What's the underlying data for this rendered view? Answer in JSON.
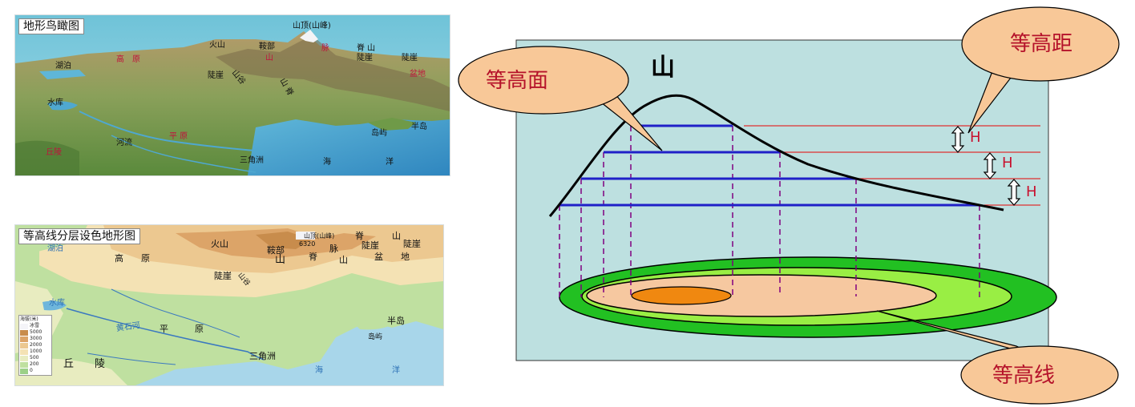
{
  "birdseye": {
    "title": "地形鸟瞰图",
    "labels": {
      "lake": "湖泊",
      "plateau": "高　原",
      "volcano": "火山",
      "saddle": "鞍部",
      "mountain_char": "山",
      "peak": "山顶(山峰)",
      "vein_char": "脉",
      "ridge": "脊 山",
      "cliff1": "陡崖",
      "cliff2": "陡崖",
      "cliff3": "陡崖",
      "basin": "盆地",
      "reservoir": "水库",
      "valley": "山谷",
      "ridge2": "山 脊",
      "island": "岛屿",
      "peninsula": "半岛",
      "river": "河流",
      "plain": "平 原",
      "hill": "丘陵",
      "delta": "三角洲",
      "sea": "海",
      "ocean": "洋"
    }
  },
  "contour": {
    "title": "等高线分层设色地形图",
    "labels": {
      "lake": "湖泊",
      "plateau": "高　　原",
      "volcano": "火山",
      "peak": "山顶(山峰)",
      "elev": "6320",
      "saddle": "鞍部",
      "mountain_char": "山",
      "ridge_a": "脊",
      "ridge_b": "山",
      "vein": "脉",
      "cliff_a": "陡崖",
      "cliff_b": "陡崖",
      "cliff_c": "陡崖",
      "basin": "盆　　地",
      "valley": "山谷",
      "ridge_c": "脊",
      "ridge_d": "山",
      "reservoir": "水库",
      "river": "黄石河",
      "plain": "平　　　原",
      "peninsula": "半岛",
      "island": "岛屿",
      "delta": "三角洲",
      "hill": "丘　　陵",
      "sea": "海",
      "ocean": "洋"
    },
    "legend": {
      "title": "海拔(米)",
      "items": [
        {
          "label": "冰雪",
          "color": "#f4f4f8"
        },
        {
          "label": "5000",
          "color": "#c88c4c"
        },
        {
          "label": "3000",
          "color": "#dca468"
        },
        {
          "label": "2000",
          "color": "#ecc890"
        },
        {
          "label": "1000",
          "color": "#f4e2b4"
        },
        {
          "label": "500",
          "color": "#e8ecc0"
        },
        {
          "label": "200",
          "color": "#bfe0a0"
        },
        {
          "label": "0",
          "color": "#9cd088"
        }
      ]
    }
  },
  "diagram": {
    "mountain_label": "山",
    "contour_surface_label": "等高面",
    "contour_interval_label": "等高距",
    "contour_line_label": "等高线",
    "h_labels": [
      "H",
      "H",
      "H"
    ],
    "colors": {
      "background": "#bde0e0",
      "contour_plane": "#2020c8",
      "interval_line": "#e03030",
      "projection": "#800080",
      "outer_ellipse": "#22c022",
      "middle_ellipse": "#99ee44",
      "inner_ellipse": "#f6c8a0",
      "core_ellipse": "#f08810",
      "callout_fill": "#f8c898",
      "callout_text": "#b5122a"
    }
  }
}
